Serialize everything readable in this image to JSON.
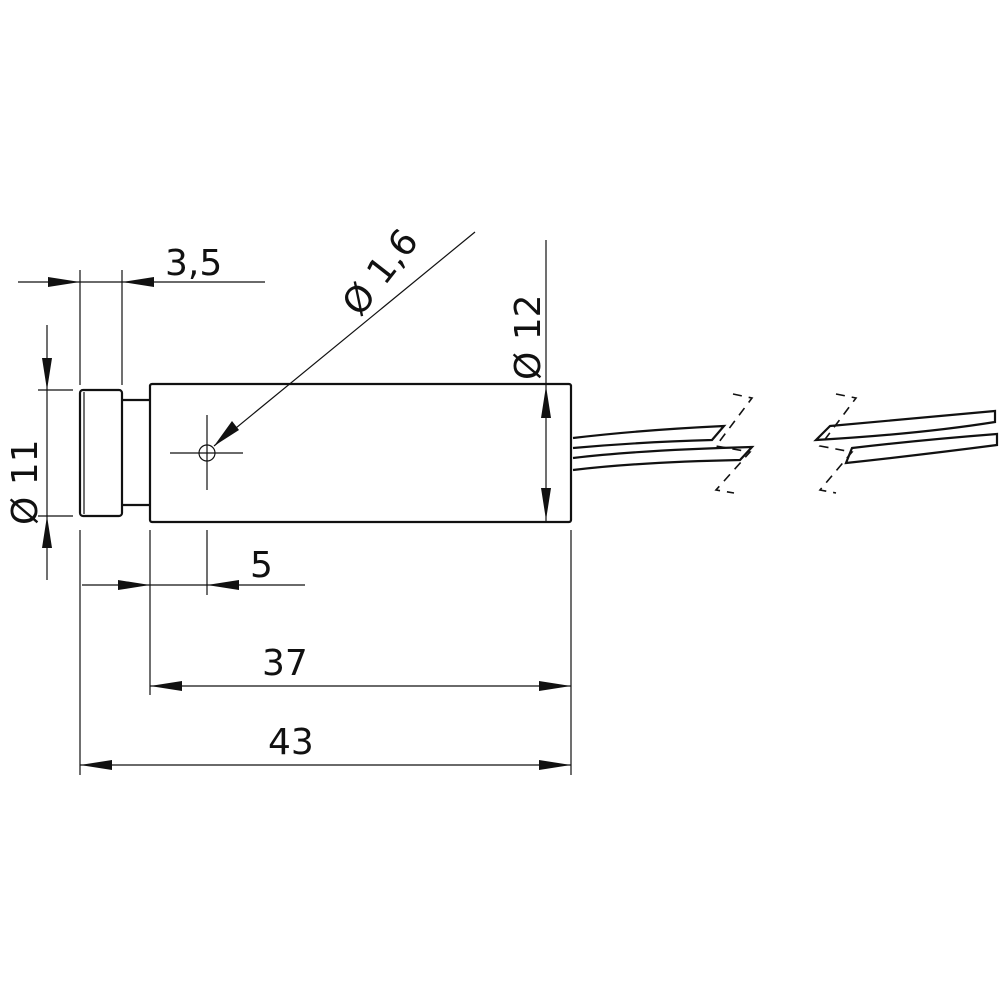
{
  "dimensions": {
    "front_length": "3,5",
    "front_diameter": "Ø 11",
    "aperture_diameter": "Ø 1,6",
    "body_diameter": "Ø 12",
    "aperture_offset": "5",
    "body_length": "37",
    "total_length": "43"
  }
}
